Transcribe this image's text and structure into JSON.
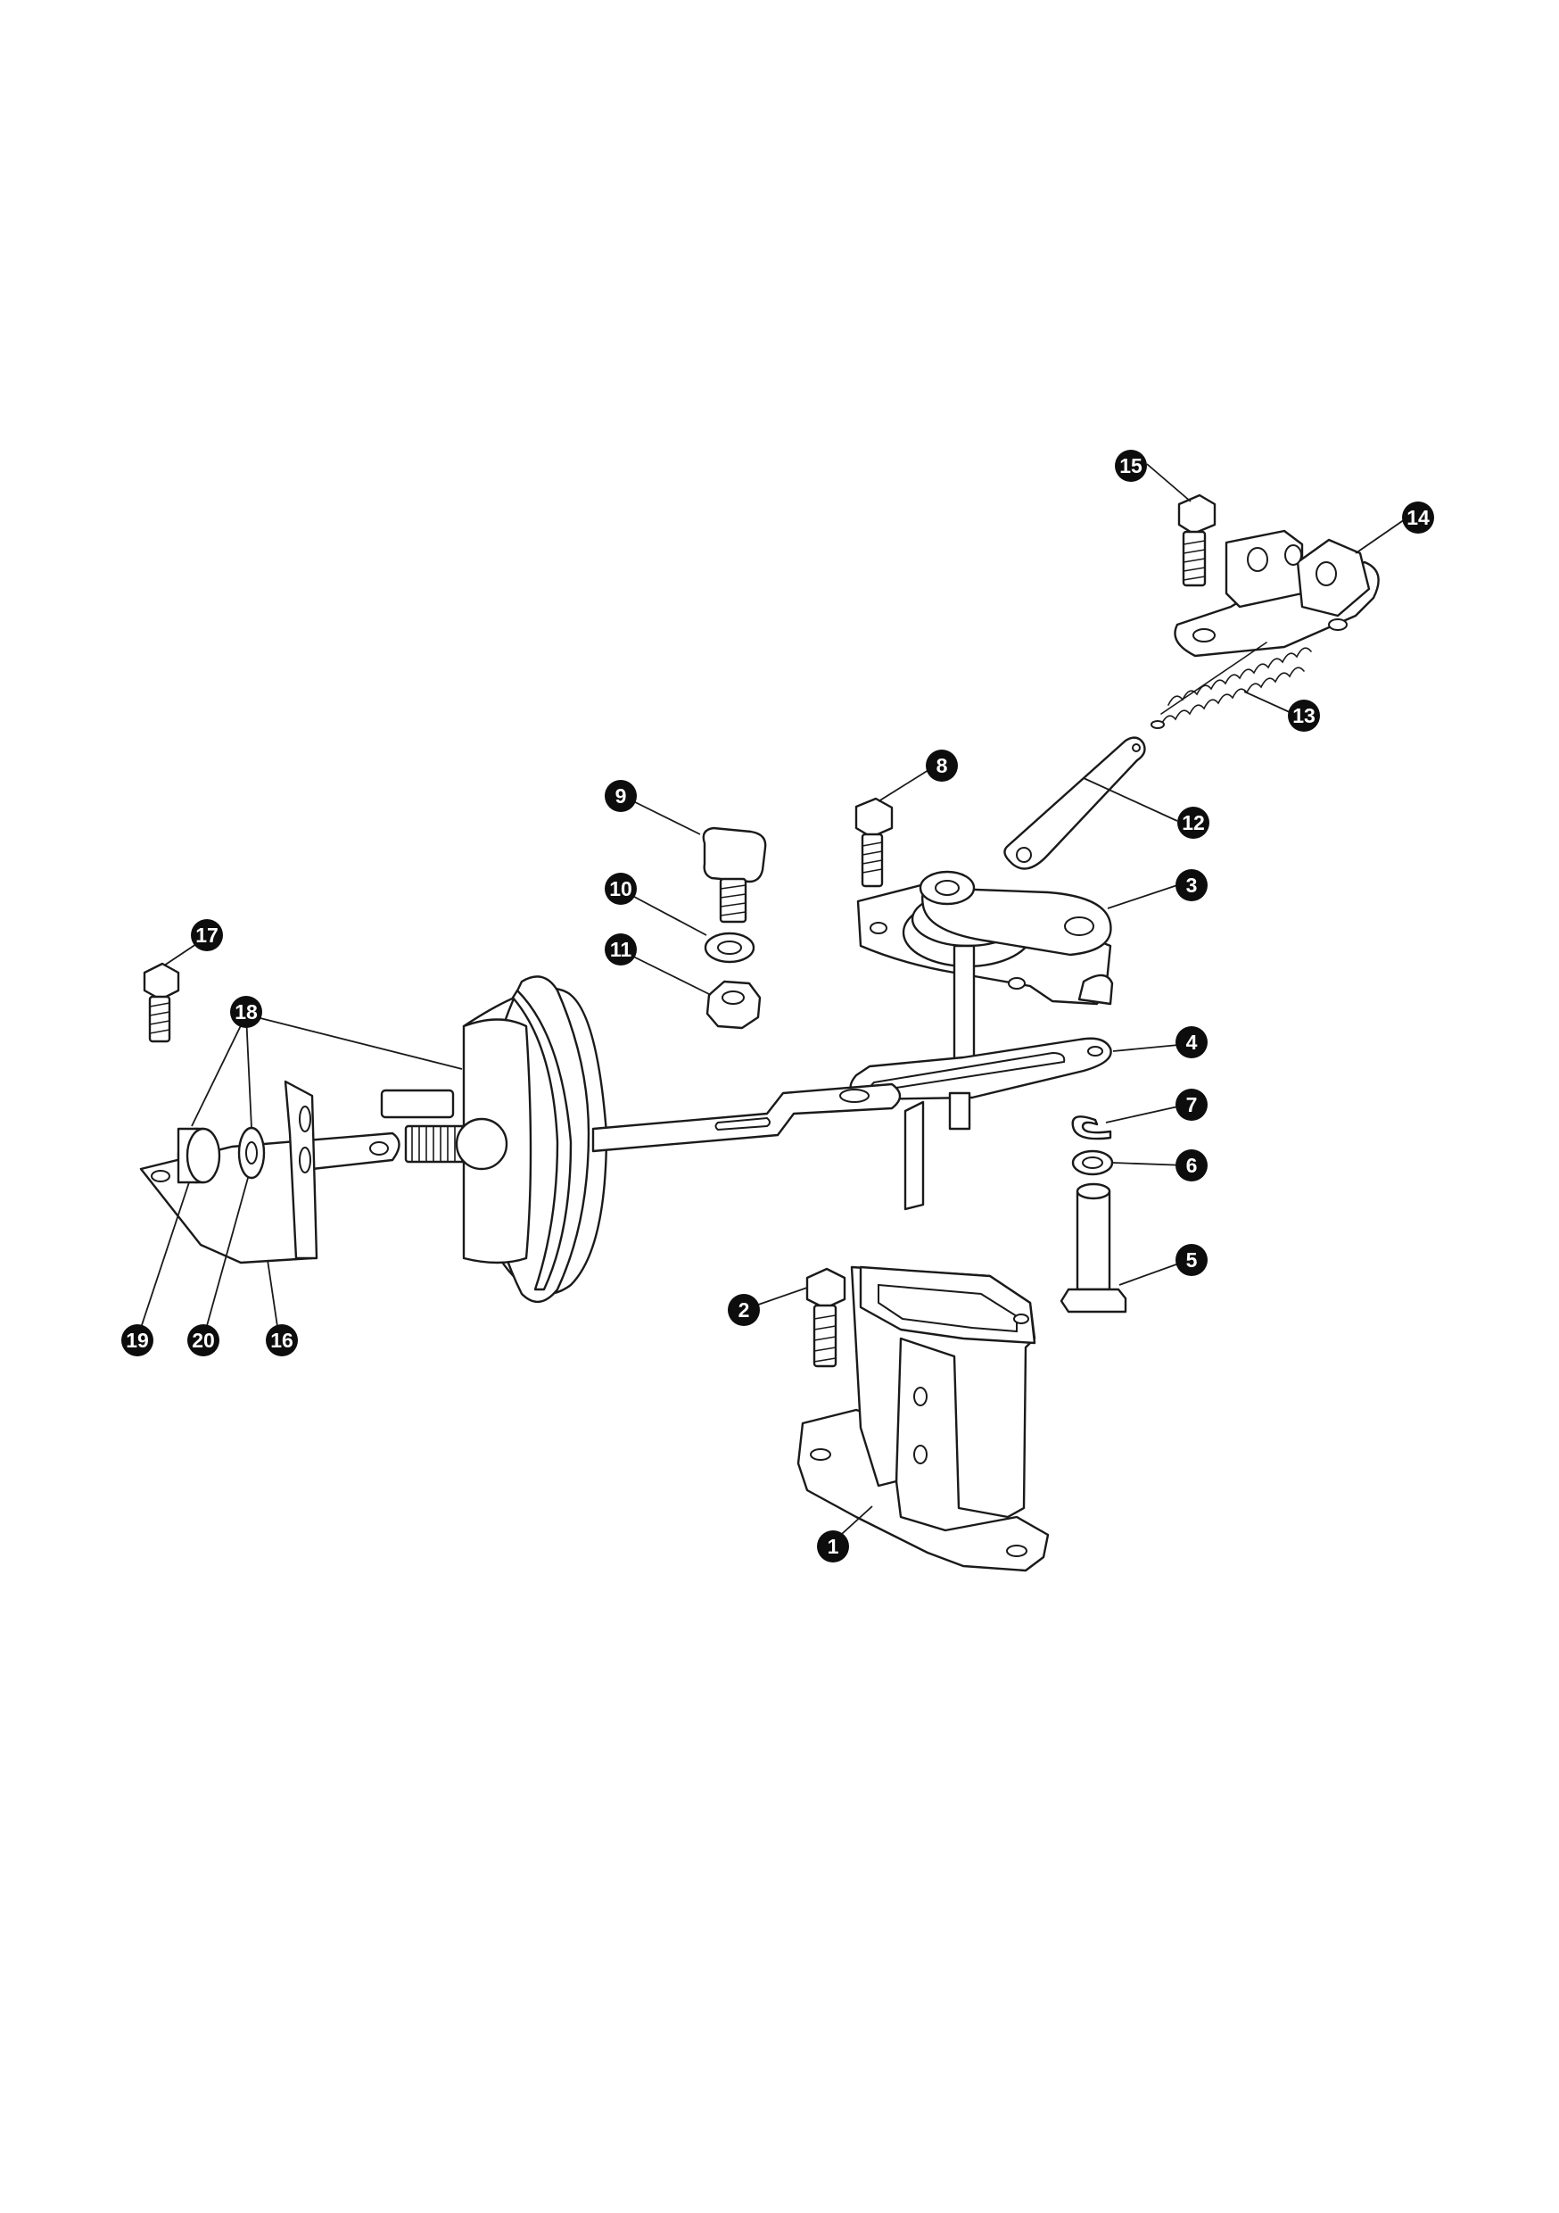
{
  "diagram": {
    "type": "exploded-parts-view",
    "callouts": [
      {
        "id": "1",
        "label": "1"
      },
      {
        "id": "2",
        "label": "2"
      },
      {
        "id": "3",
        "label": "3"
      },
      {
        "id": "4",
        "label": "4"
      },
      {
        "id": "5",
        "label": "5"
      },
      {
        "id": "6",
        "label": "6"
      },
      {
        "id": "7",
        "label": "7"
      },
      {
        "id": "8",
        "label": "8"
      },
      {
        "id": "9",
        "label": "9"
      },
      {
        "id": "10",
        "label": "10"
      },
      {
        "id": "11",
        "label": "11"
      },
      {
        "id": "12",
        "label": "12"
      },
      {
        "id": "13",
        "label": "13"
      },
      {
        "id": "14",
        "label": "14"
      },
      {
        "id": "15",
        "label": "15"
      },
      {
        "id": "16",
        "label": "16"
      },
      {
        "id": "17",
        "label": "17"
      },
      {
        "id": "18",
        "label": "18"
      },
      {
        "id": "19",
        "label": "19"
      },
      {
        "id": "20",
        "label": "20"
      }
    ],
    "colors": {
      "line": "#1a1a1a",
      "callout": "#0d0d0d",
      "callout_text": "#ffffff",
      "background": "#ffffff"
    }
  }
}
